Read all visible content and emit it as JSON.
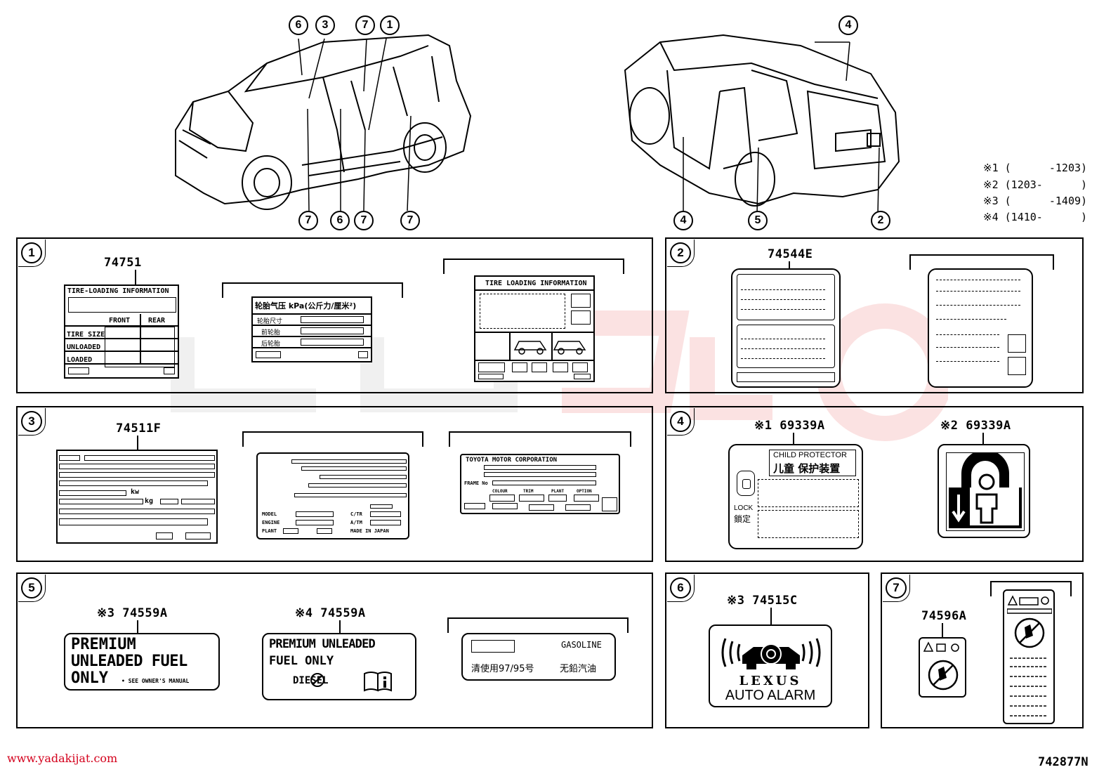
{
  "diagram": {
    "doc_code": "742877N",
    "website": "www.yadakijat.com",
    "legend": [
      "※1 (      -1203)",
      "※2 (1203-      )",
      "※3 (      -1409)",
      "※4 (1410-      )"
    ],
    "callouts_front": [
      "6",
      "3",
      "7",
      "1",
      "7",
      "6",
      "7",
      "7"
    ],
    "callouts_rear": [
      "4",
      "4",
      "5",
      "2"
    ],
    "panels": {
      "p1": {
        "num": "1",
        "part": "74751",
        "tire_title": "TIRE-LOADING INFORMATION",
        "front": "FRONT",
        "rear": "REAR",
        "tire_size": "TIRE SIZE",
        "unloaded": "UNLOADED",
        "loaded": "LOADED",
        "cn_title": "轮胎气压 kPa(公斤力/厘米²)",
        "cn_row1": "轮胎尺寸",
        "cn_row2": "前轮胎",
        "cn_row3": "后轮胎",
        "tli_title": "TIRE LOADING INFORMATION"
      },
      "p2": {
        "num": "2",
        "part": "74544E"
      },
      "p3": {
        "num": "3",
        "part": "74511F",
        "kw": "kw",
        "kg": "kg",
        "model": "MODEL",
        "engine": "ENGINE",
        "plant": "PLANT",
        "ct": "C/TR",
        "at": "A/TM",
        "made": "MADE IN JAPAN",
        "tmc": "TOYOTA MOTOR CORPORATION",
        "colour": "COLOUR",
        "trim": "TRIM",
        "plant2": "PLANT",
        "option": "OPTION",
        "frame": "FRAME No"
      },
      "p4": {
        "num": "4",
        "part_a": "※1 69339A",
        "part_b": "※2 69339A",
        "child_en": "CHILD PROTECTOR",
        "child_cn": "儿童 保护装置",
        "lock_en": "LOCK",
        "lock_cn": "鎖定"
      },
      "p5": {
        "num": "5",
        "part_a": "※3 74559A",
        "part_b": "※4 74559A",
        "a_line1": "PREMIUM",
        "a_line2": "UNLEADED FUEL",
        "a_line3": "ONLY",
        "a_note": "• SEE OWNER'S MANUAL",
        "b_line1": "PREMIUM UNLEADED",
        "b_line2": "FUEL ONLY",
        "b_diesel": "DIESEL",
        "c_gas": "GASOLINE",
        "c_cn1": "清使用97/95号",
        "c_cn2": "无鉛汽油"
      },
      "p6": {
        "num": "6",
        "part": "※3 74515C",
        "brand": "LEXUS",
        "text": "AUTO ALARM"
      },
      "p7": {
        "num": "7",
        "part": "74596A"
      }
    }
  }
}
